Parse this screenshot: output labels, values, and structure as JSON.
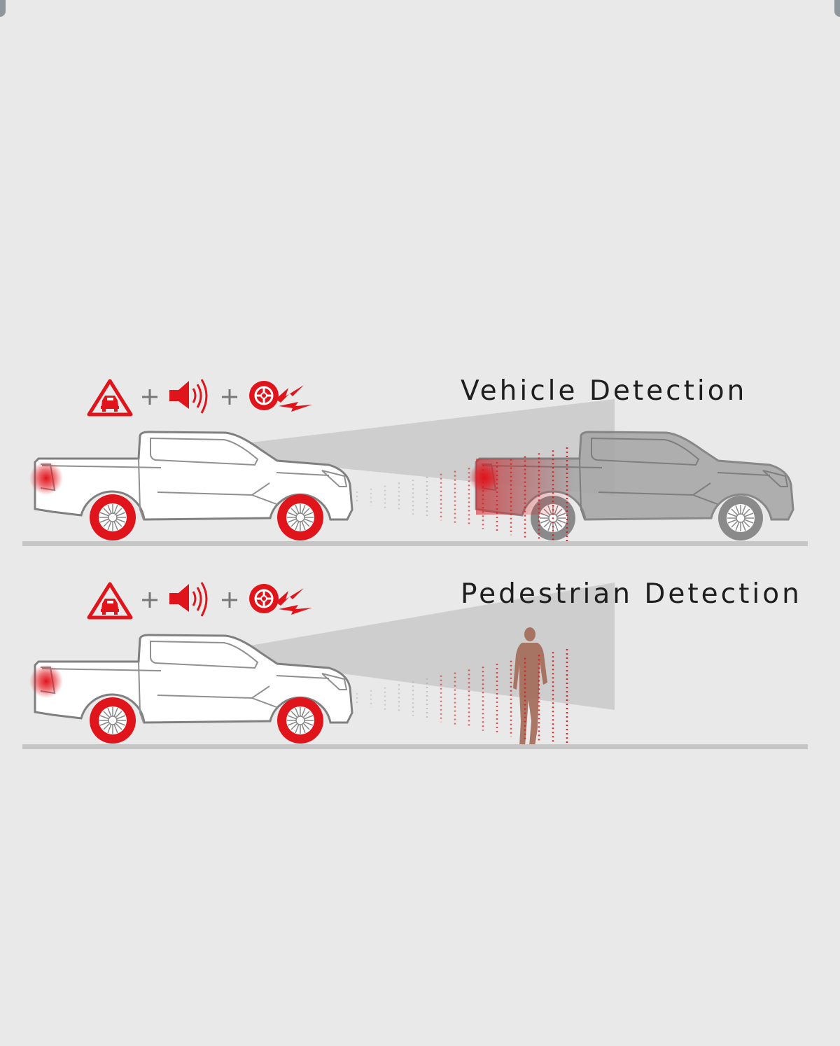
{
  "sections": [
    {
      "title": "Vehicle Detection",
      "target": "vehicle"
    },
    {
      "title": "Pedestrian Detection",
      "target": "pedestrian"
    }
  ],
  "warning_sequence": {
    "icons": [
      "forward-collision-warning-icon",
      "alert-sound-icon",
      "auto-brake-icon"
    ],
    "separator": "+"
  },
  "colors": {
    "background": "#e9e9e9",
    "accent_red": "#e0141b",
    "cone": "#c4c4c4",
    "ground": "#c6c6c6",
    "target_vehicle": "#a8a8a8",
    "pedestrian": "#a36a58"
  }
}
